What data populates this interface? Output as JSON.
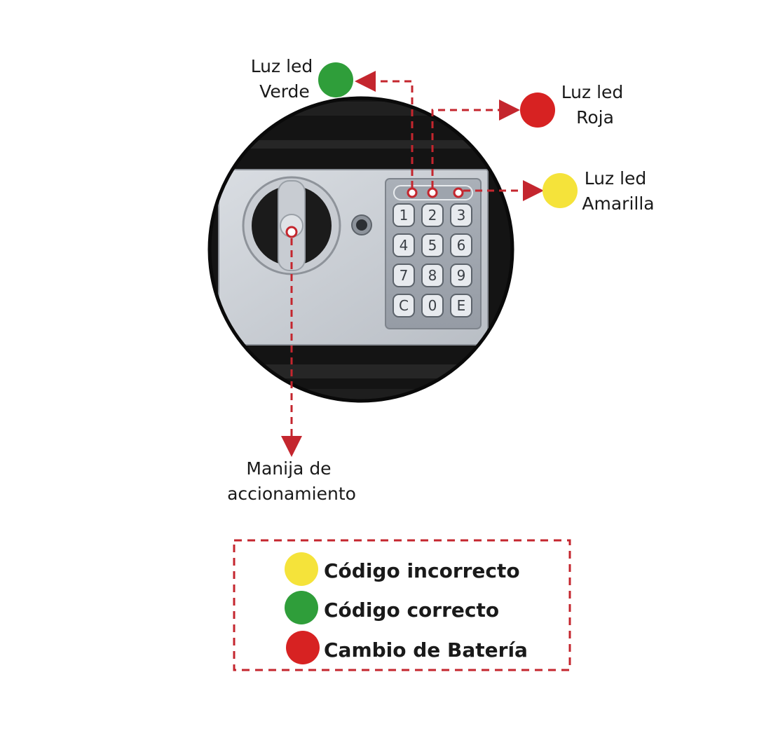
{
  "labels": {
    "green_line1": "Luz led",
    "green_line2": "Verde",
    "red_line1": "Luz led",
    "red_line2": "Roja",
    "yellow_line1": "Luz led",
    "yellow_line2": "Amarilla",
    "handle_line1": "Manija de",
    "handle_line2": "accionamiento"
  },
  "keypad": {
    "keys": [
      "1",
      "2",
      "3",
      "4",
      "5",
      "6",
      "7",
      "8",
      "9",
      "C",
      "0",
      "E"
    ]
  },
  "legend": {
    "items": [
      {
        "text": "Código incorrecto",
        "color": "#f5e33a"
      },
      {
        "text": "Código correcto",
        "color": "#2f9e3a"
      },
      {
        "text": "Cambio de Batería",
        "color": "#d72222"
      }
    ]
  },
  "colors": {
    "led_green": "#2f9e3a",
    "led_red": "#d72222",
    "led_yellow": "#f5e33a",
    "arrow": "#c4262e"
  }
}
